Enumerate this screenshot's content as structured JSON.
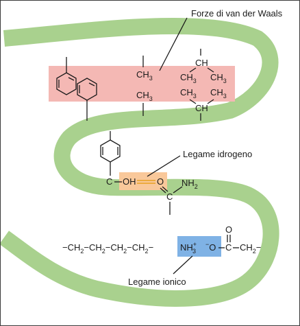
{
  "labels": {
    "van_der_waals": "Forze di van der Waals",
    "hydrogen_bond": "Legame idrogeno",
    "ionic_bond": "Legame ionico"
  },
  "groups": {
    "ch3": "CH",
    "ch3_sub": "3",
    "ch": "CH",
    "oh": "OH",
    "o": "O",
    "c": "C",
    "nh2": "NH",
    "nh2_sub": "2",
    "nh3": "NH",
    "nh3_sub": "3",
    "nh3_sup": "+",
    "o_minus_sup": "−",
    "ch2": "CH",
    "ch2_sub": "2",
    "dash": "−"
  },
  "colors": {
    "chain": "#a9d18e",
    "van_der_waals_box": "#f4b8b4",
    "hydrogen_box": "#f9c89a",
    "hydrogen_bond_line": "#e8a020",
    "ionic_box": "#7fb2e5"
  }
}
